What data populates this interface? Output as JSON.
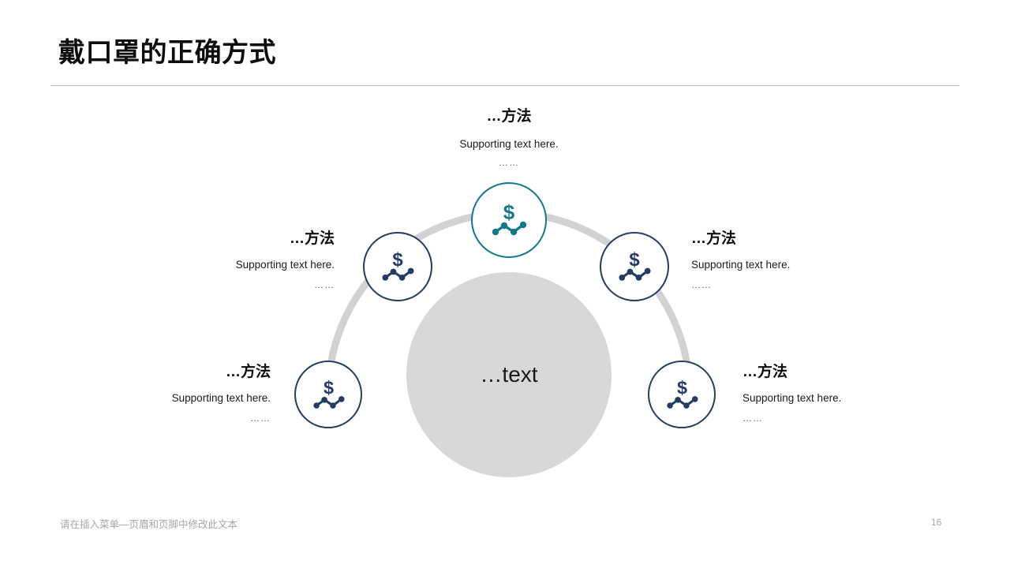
{
  "slide": {
    "title": "戴口罩的正确方式",
    "footer_text": "请在插入菜单—页眉和页脚中修改此文本",
    "page_number": "16"
  },
  "center": {
    "text": "…text"
  },
  "colors": {
    "navy": "#243c64",
    "teal": "#12798d",
    "arc_gray": "#d2d2d2",
    "center_gray": "#d8d8d8",
    "rule_gray": "#b4b4b4",
    "footer_gray": "#a6a6a6"
  },
  "nodes": [
    {
      "id": "top",
      "icon": "dollar-line-chart-icon",
      "accent": "teal",
      "highlighted": true,
      "label": {
        "title": "…方法",
        "subtitle": "Supporting text here.",
        "dots": "……"
      }
    },
    {
      "id": "upper-left",
      "icon": "dollar-line-chart-icon",
      "accent": "navy",
      "highlighted": false,
      "label": {
        "title": "…方法",
        "subtitle": "Supporting text here.",
        "dots": "……"
      }
    },
    {
      "id": "upper-right",
      "icon": "dollar-line-chart-icon",
      "accent": "navy",
      "highlighted": false,
      "label": {
        "title": "…方法",
        "subtitle": "Supporting text here.",
        "dots": "……"
      }
    },
    {
      "id": "lower-left",
      "icon": "dollar-line-chart-icon",
      "accent": "navy",
      "highlighted": false,
      "label": {
        "title": "…方法",
        "subtitle": "Supporting text here.",
        "dots": "……"
      }
    },
    {
      "id": "lower-right",
      "icon": "dollar-line-chart-icon",
      "accent": "navy",
      "highlighted": false,
      "label": {
        "title": "…方法",
        "subtitle": "Supporting text here.",
        "dots": "……"
      }
    }
  ]
}
